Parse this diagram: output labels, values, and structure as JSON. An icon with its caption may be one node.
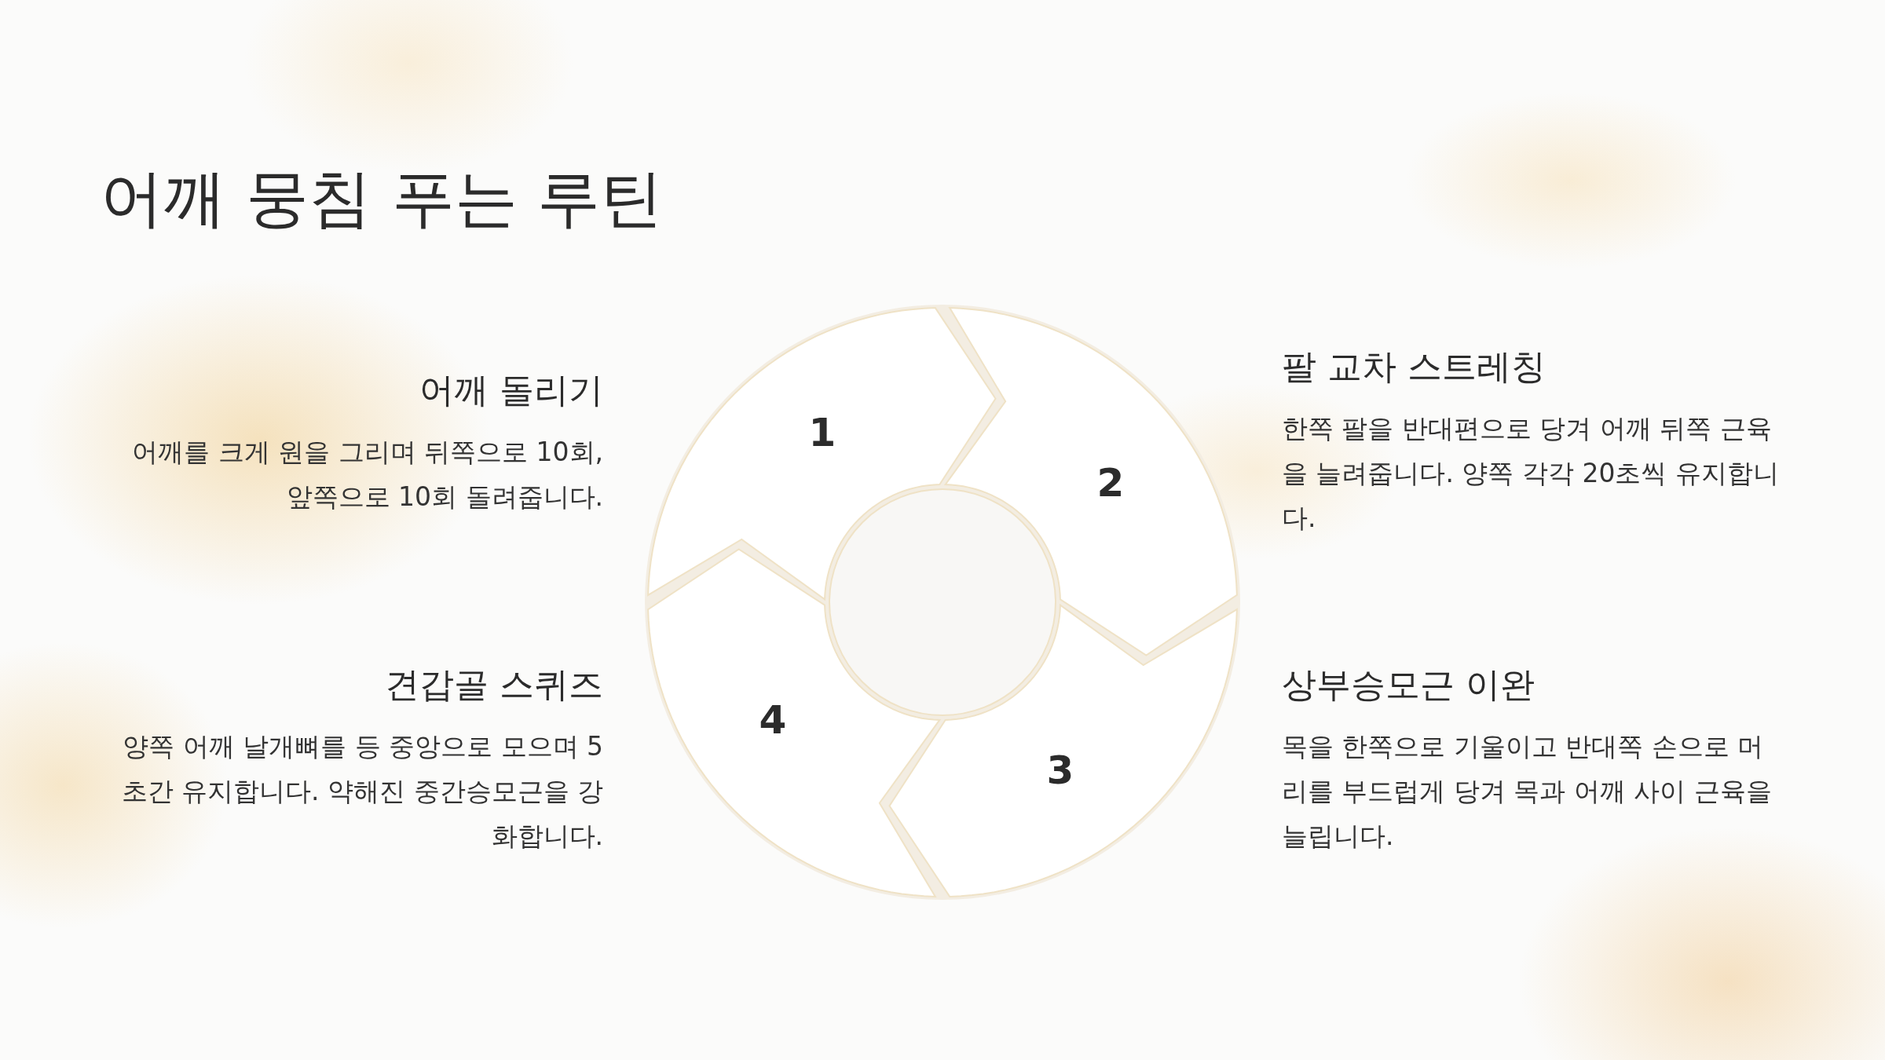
{
  "diagram": {
    "title": "어깨 뭉침 푸는 루틴",
    "nodes": [
      {
        "text": [
          "1"
        ],
        "beside": [
          "어깨 돌리기",
          "어깨를 크게 원을 그리며 뒤쪽으로 10회, 앞쪽으로 10회 돌려줍니다."
        ]
      },
      {
        "text": [
          "2"
        ],
        "beside": [
          "팔 교차 스트레칭",
          "한쪽 팔을 반대편으로 당겨 어깨 뒤쪽 근육을 늘려줍니다. 양쪽 각각 20초씩 유지합니다."
        ]
      },
      {
        "text": [
          "3"
        ],
        "beside": [
          "상부승모근 이완",
          "목을 한쪽으로 기울이고 반대쪽 손으로 머리를 부드럽게 당겨 목과 어깨 사이 근육을 늘립니다."
        ]
      },
      {
        "text": [
          "4"
        ],
        "beside": [
          "견갑골 스퀴즈",
          "양쪽 어깨 날개뼈를 등 중앙으로 모으며 5초간 유지합니다. 약해진 중간승모근을 강화합니다."
        ]
      },
      {
        "text": [],
        "shape": "circle"
      }
    ]
  }
}
